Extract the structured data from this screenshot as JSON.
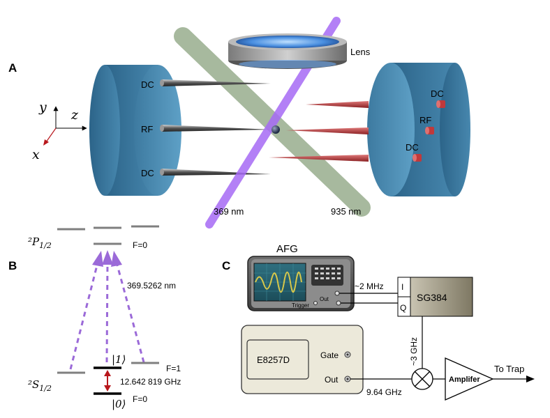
{
  "panel_a": {
    "label": "A",
    "lens": "Lens",
    "left_electrodes": [
      "DC",
      "RF",
      "DC"
    ],
    "right_electrodes": [
      "DC",
      "RF",
      "DC"
    ],
    "beam_369": "369 nm",
    "beam_935": "935 nm",
    "axes": {
      "x": "x",
      "y": "y",
      "z": "z"
    }
  },
  "panel_b": {
    "label": "B",
    "p_state": "²P",
    "p_sub": "1/2",
    "s_state": "²S",
    "s_sub": "1/2",
    "p_f0": "F=0",
    "wavelength": "369.5262 nm",
    "ket1": "|1⟩",
    "ket0": "|0⟩",
    "s_f1": "F=1",
    "s_f0": "F=0",
    "splitting": "12.642 819 GHz"
  },
  "panel_c": {
    "label": "C",
    "afg": "AFG",
    "afg_out": "Out",
    "afg_trigger": "Trigger",
    "freq_2mhz": "~2 MHz",
    "iq_i": "I",
    "iq_q": "Q",
    "sg384": "SG384",
    "freq_3ghz": "~3 GHz",
    "e8257d": "E8257D",
    "gate": "Gate",
    "out": "Out",
    "freq_964": "9.64 GHz",
    "amplifier": "Amplifer",
    "to_trap": "To Trap"
  },
  "colors": {
    "electrode_blue": "#3f7ea3",
    "violet_beam": "#9b5cf0",
    "green_beam": "#8aa27e",
    "red_beam": "#b0383a",
    "arrow_violet": "#9b6ad8",
    "arrow_red": "#b8171c"
  }
}
